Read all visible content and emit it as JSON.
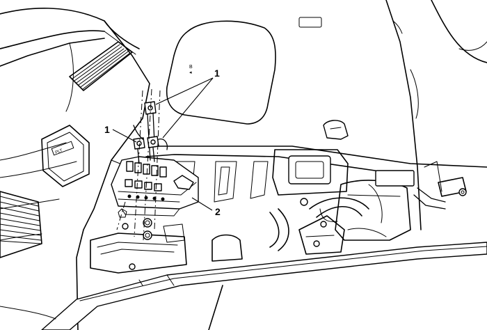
{
  "callouts": {
    "label_1_top": "1",
    "label_1_left": "1",
    "label_2": "2"
  }
}
